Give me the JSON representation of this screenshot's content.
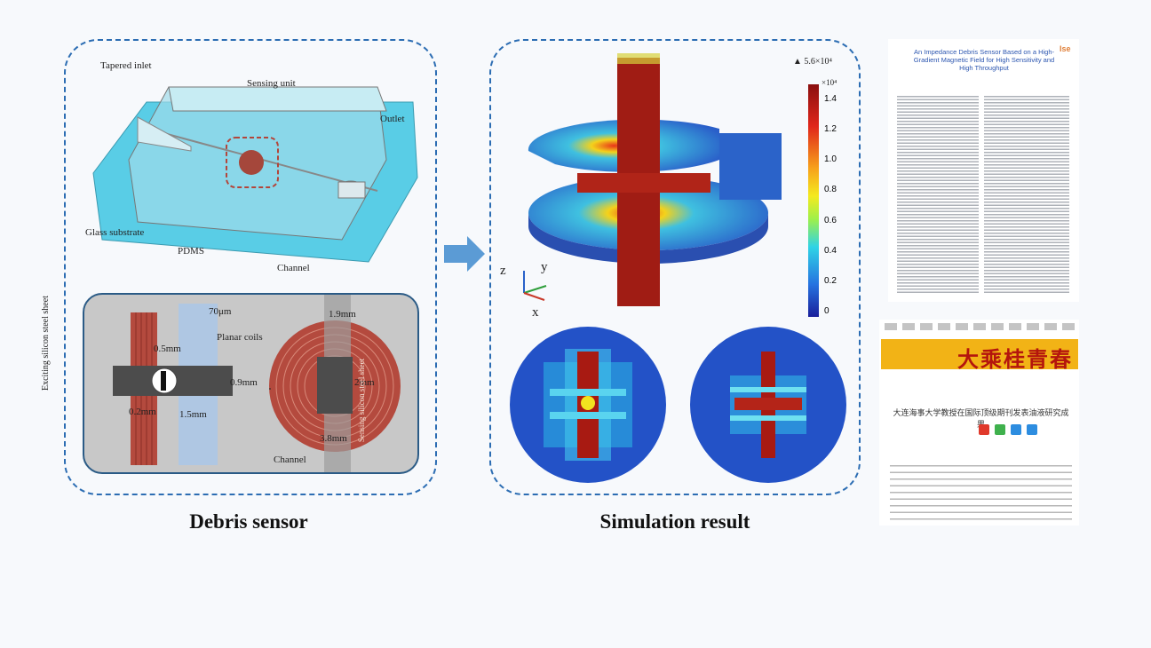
{
  "captions": {
    "left": "Debris sensor",
    "middle": "Simulation result"
  },
  "sensor_labels": {
    "tapered_inlet": "Tapered inlet",
    "sensing_unit": "Sensing unit",
    "outlet": "Outlet",
    "glass_substrate": "Glass substrate",
    "pdms": "PDMS",
    "channel": "Channel"
  },
  "detail_labels": {
    "d70um": "70μm",
    "planar_coils": "Planar coils",
    "d1_9mm": "1.9mm",
    "d0_5mm": "0.5mm",
    "d0_9mm": "0.9mm",
    "d2mm": "2mm",
    "d0_2mm": "0.2mm",
    "d1_5mm": "1.5mm",
    "d3_8mm": "3.8mm",
    "exciting_sheet": "Exciting silicon steel sheet",
    "sensing_sheet": "Sensing silicon steel sheet",
    "channel": "Channel"
  },
  "simulation": {
    "max_label": "▲ 5.6×10⁴",
    "scale_exp": "×10⁴",
    "ticks": [
      "1.4",
      "1.2",
      "1.0",
      "0.8",
      "0.6",
      "0.4",
      "0.2",
      "0"
    ],
    "axes": {
      "z": "z",
      "y": "y",
      "x": "x"
    }
  },
  "paper": {
    "title": "An Impedance Debris Sensor Based on a High-Gradient Magnetic Field for High Sensitivity and High Throughput",
    "logo": "Ise",
    "banner_text": "大乘桂青春",
    "headline": "大连海事大学教授在国际顶级期刊发表油液研究成果"
  },
  "colors": {
    "panel_border": "#2c6db3",
    "arrow": "#5b9bd5",
    "field_high": "#b01010",
    "field_low": "#1a3fa8"
  }
}
